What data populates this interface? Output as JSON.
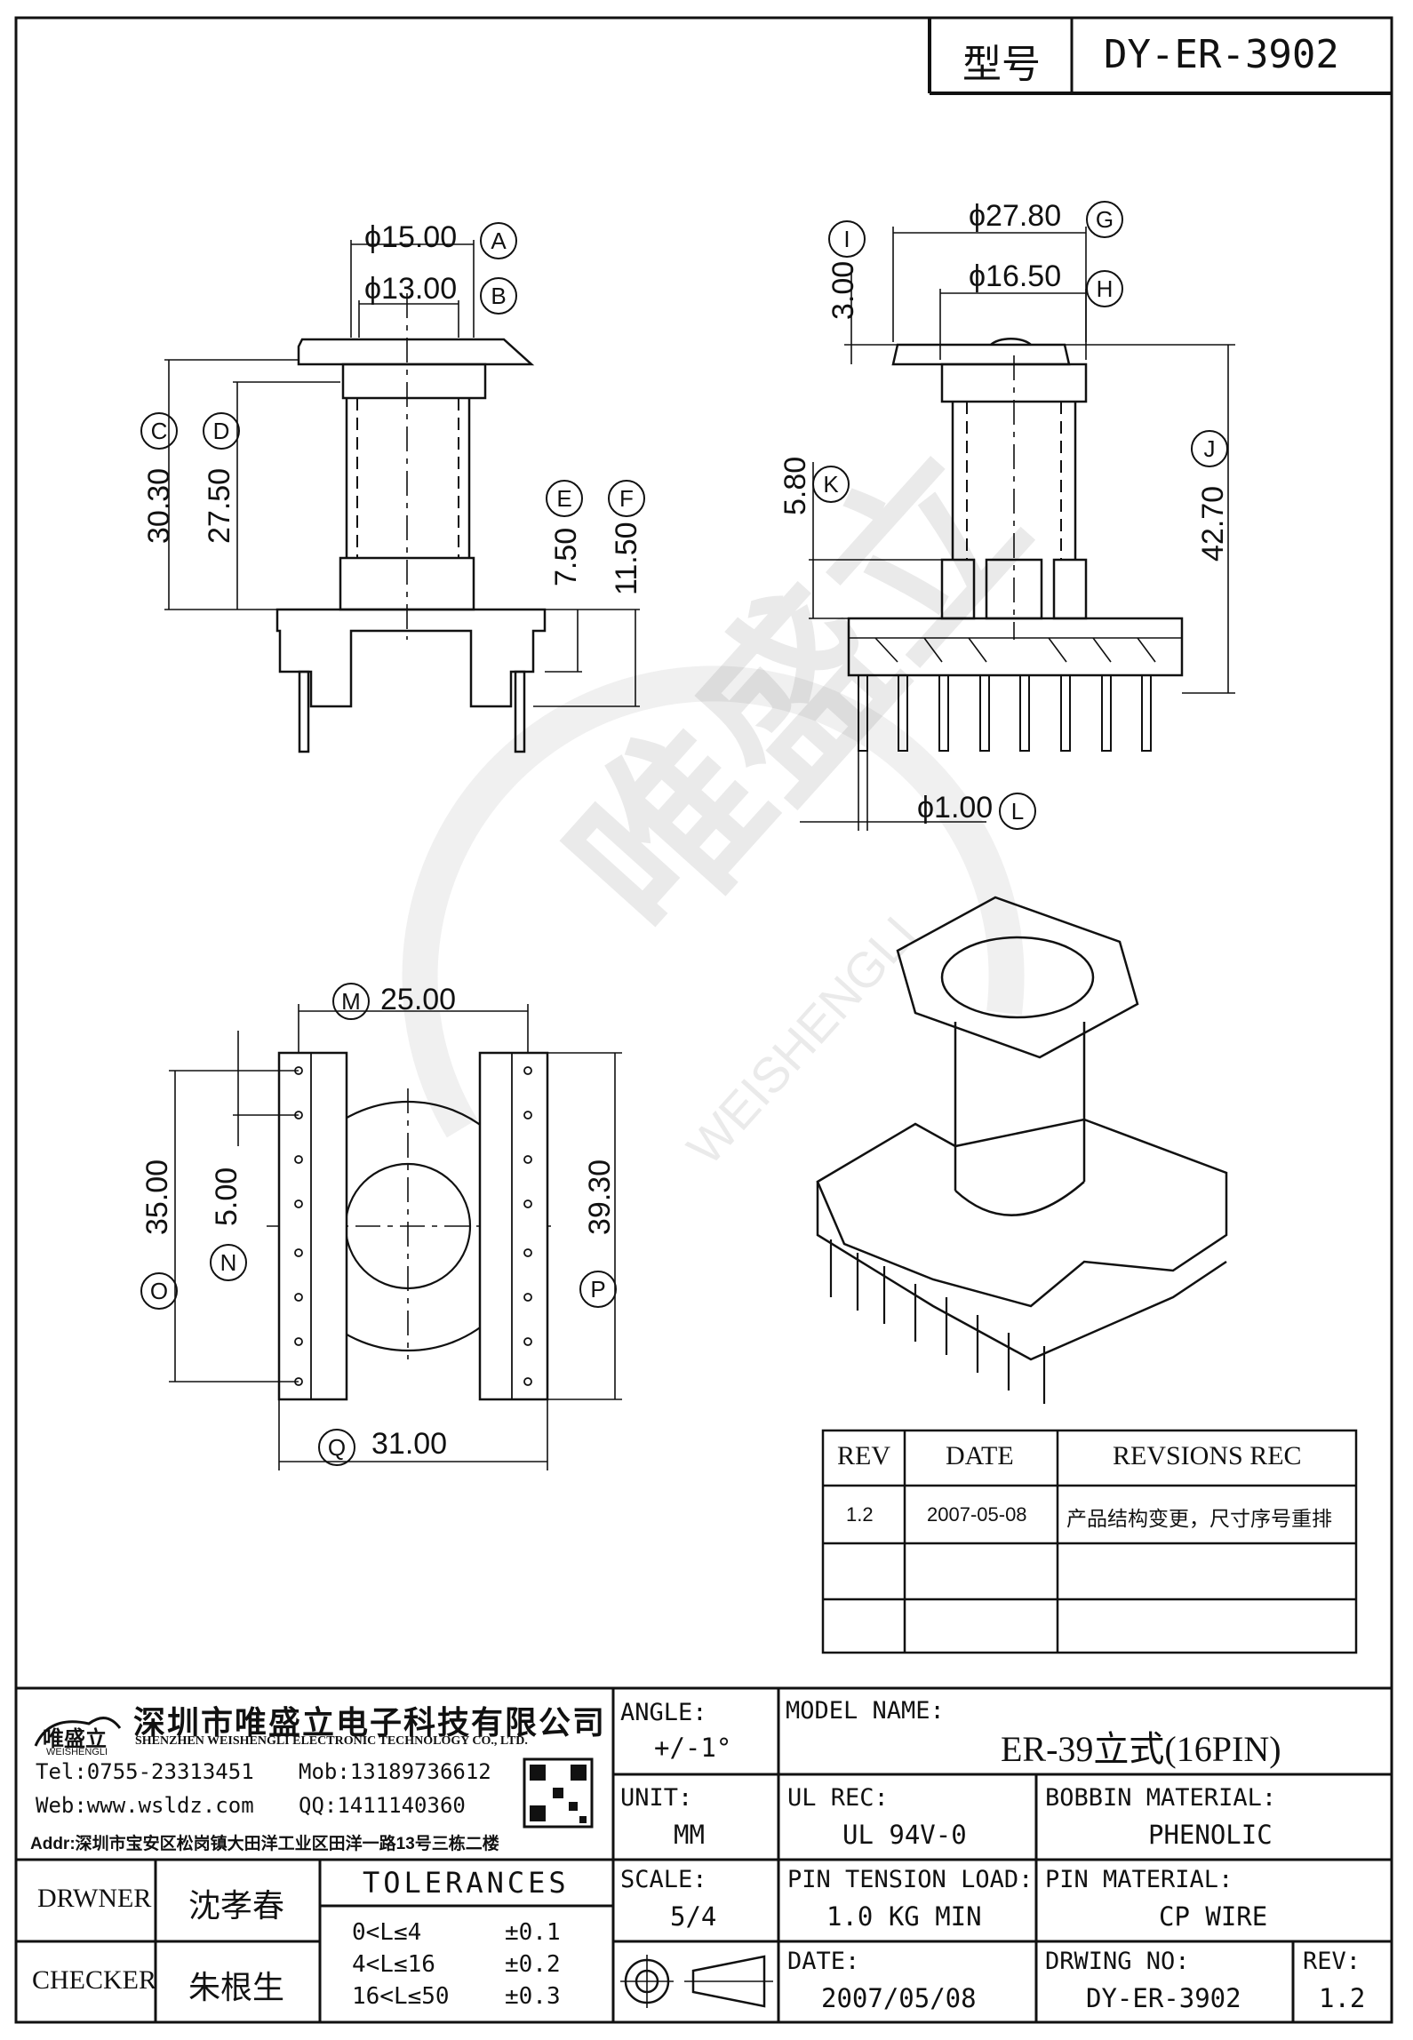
{
  "title_block": {
    "model_label": "型号",
    "model_value": "DY-ER-3902"
  },
  "dims": {
    "A": "ϕ15.00",
    "B": "ϕ13.00",
    "C": "30.30",
    "D": "27.50",
    "E": "7.50",
    "F": "11.50",
    "G": "ϕ27.80",
    "H": "ϕ16.50",
    "I": "3.00",
    "J": "42.70",
    "K": "5.80",
    "L": "ϕ1.00",
    "M": "25.00",
    "N": "5.00",
    "O": "35.00",
    "P": "39.30",
    "Q": "31.00"
  },
  "markers": [
    "A",
    "B",
    "C",
    "D",
    "E",
    "F",
    "G",
    "H",
    "I",
    "J",
    "K",
    "L",
    "M",
    "N",
    "O",
    "P",
    "Q"
  ],
  "watermark": {
    "brand": "唯盛立",
    "latin": "WEISHENGLI"
  },
  "revisions": {
    "headers": [
      "REV",
      "DATE",
      "REVSIONS REC"
    ],
    "rows": [
      {
        "rev": "1.2",
        "date": "2007-05-08",
        "rec": "产品结构变更，尺寸序号重排"
      },
      {
        "rev": "",
        "date": "",
        "rec": ""
      },
      {
        "rev": "",
        "date": "",
        "rec": ""
      }
    ]
  },
  "company": {
    "logo_text": "唯盛立",
    "logo_sub": "WEISHENGLI",
    "name_cn": "深圳市唯盛立电子科技有限公司",
    "name_en": "SHENZHEN WEISHENGLI ELECTRONIC TECHNOLOGY CO., LTD.",
    "tel": "Tel:0755-23313451",
    "mob": "Mob:13189736612",
    "web": "Web:www.wsldz.com",
    "qq": "QQ:1411140360",
    "addr": "Addr:深圳市宝安区松岗镇大田洋工业区田洋一路13号三栋二楼"
  },
  "people": {
    "drawer_label": "DRWNER",
    "drawer": "沈孝春",
    "checker_label": "CHECKER",
    "checker": "朱根生"
  },
  "tolerances": {
    "title": "TOLERANCES",
    "rows": [
      {
        "range": "0<L≤4",
        "tol": "±0.1"
      },
      {
        "range": "4<L≤16",
        "tol": "±0.2"
      },
      {
        "range": "16<L≤50",
        "tol": "±0.3"
      }
    ]
  },
  "fields": {
    "angle_label": "ANGLE:",
    "angle": "+/-1°",
    "unit_label": "UNIT:",
    "unit": "MM",
    "scale_label": "SCALE:",
    "scale": "5/4",
    "model_name_label": "MODEL NAME:",
    "model_name": "ER-39立式(16PIN)",
    "ul_label": "UL REC:",
    "ul": "UL 94V-0",
    "bobbin_label": "BOBBIN MATERIAL:",
    "bobbin": "PHENOLIC",
    "tension_label": "PIN TENSION LOAD:",
    "tension": "1.0 KG MIN",
    "pin_label": "PIN MATERIAL:",
    "pin": "CP WIRE",
    "date_label": "DATE:",
    "date": "2007/05/08",
    "drawing_no_label": "DRWING NO:",
    "drawing_no": "DY-ER-3902",
    "rev_label": "REV:",
    "rev": "1.2"
  }
}
